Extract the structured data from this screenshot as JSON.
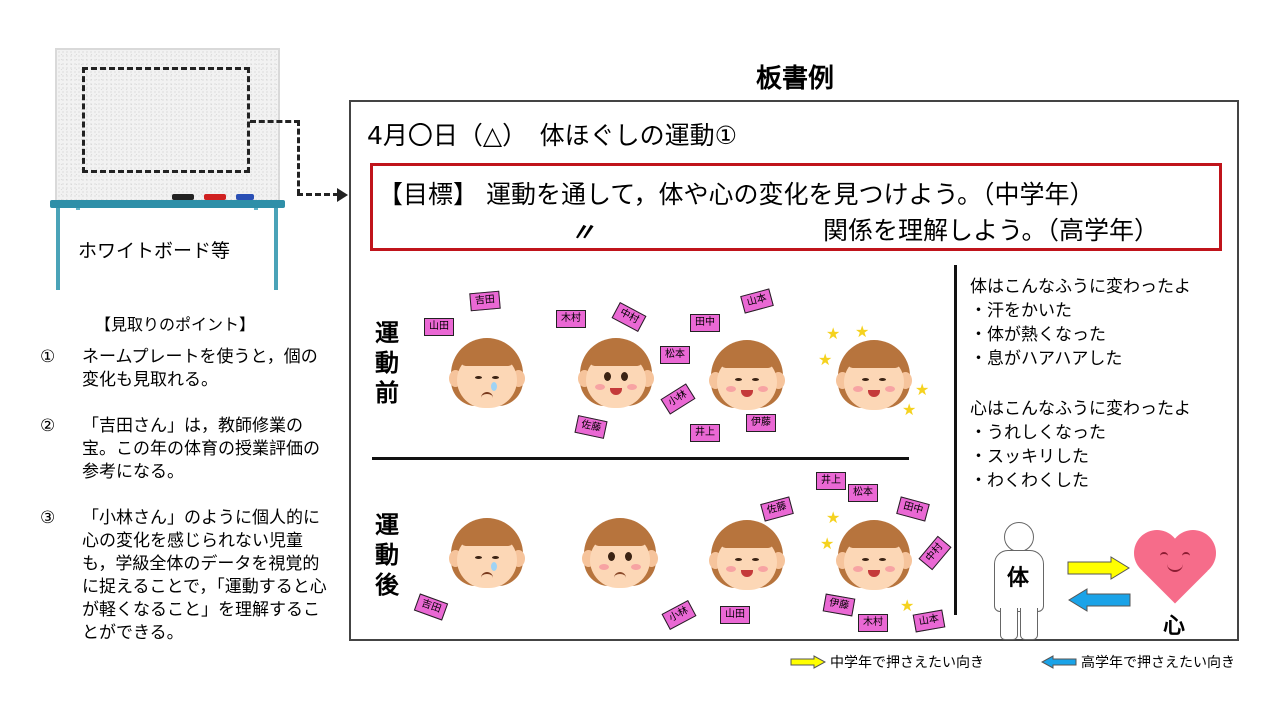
{
  "whiteboard": {
    "label": "ホワイトボード等"
  },
  "points": {
    "title": "【見取りのポイント】",
    "items": [
      {
        "num": "①",
        "text": "ネームプレートを使うと，個の変化も見取れる。"
      },
      {
        "num": "②",
        "text": "「吉田さん」は，教師修業の宝。この年の体育の授業評価の参考になる。"
      },
      {
        "num": "③",
        "text": "「小林さん」のように個人的に心の変化を感じられない児童も，学級全体のデータを視覚的に捉えることで，「運動すると心が軽くなること」を理解することができる。"
      }
    ]
  },
  "board": {
    "caption": "板書例",
    "date_title": "4月〇日（△）　体ほぐしの運動①",
    "goal_line1": "【目標】 運動を通して，体や心の変化を見つけよう。（中学年）",
    "goal_ditto": "〃",
    "goal_line2": "関係を理解しよう。（高学年）",
    "label_before": "運動前",
    "label_after": "運動後",
    "plates_before": [
      "山田",
      "吉田",
      "木村",
      "中村",
      "田中",
      "山本",
      "松本",
      "小林",
      "佐藤",
      "井上",
      "伊藤"
    ],
    "plates_after": [
      "吉田",
      "小林",
      "山田",
      "佐藤",
      "井上",
      "松本",
      "田中",
      "中村",
      "伊藤",
      "木村",
      "山本"
    ],
    "body_changes": {
      "title": "体はこんなふうに変わったよ",
      "items": [
        "・汗をかいた",
        "・体が熱くなった",
        "・息がハアハアした"
      ]
    },
    "heart_changes": {
      "title": "心はこんなふうに変わったよ",
      "items": [
        "・うれしくなった",
        "・スッキリした",
        "・わくわくした"
      ]
    },
    "body_label": "体",
    "heart_label": "心"
  },
  "legend": {
    "middle": "中学年で押さえたい向き",
    "upper": "高学年で押さえたい向き",
    "colors": {
      "middle": "#ffff00",
      "upper": "#1aa3e8"
    }
  }
}
